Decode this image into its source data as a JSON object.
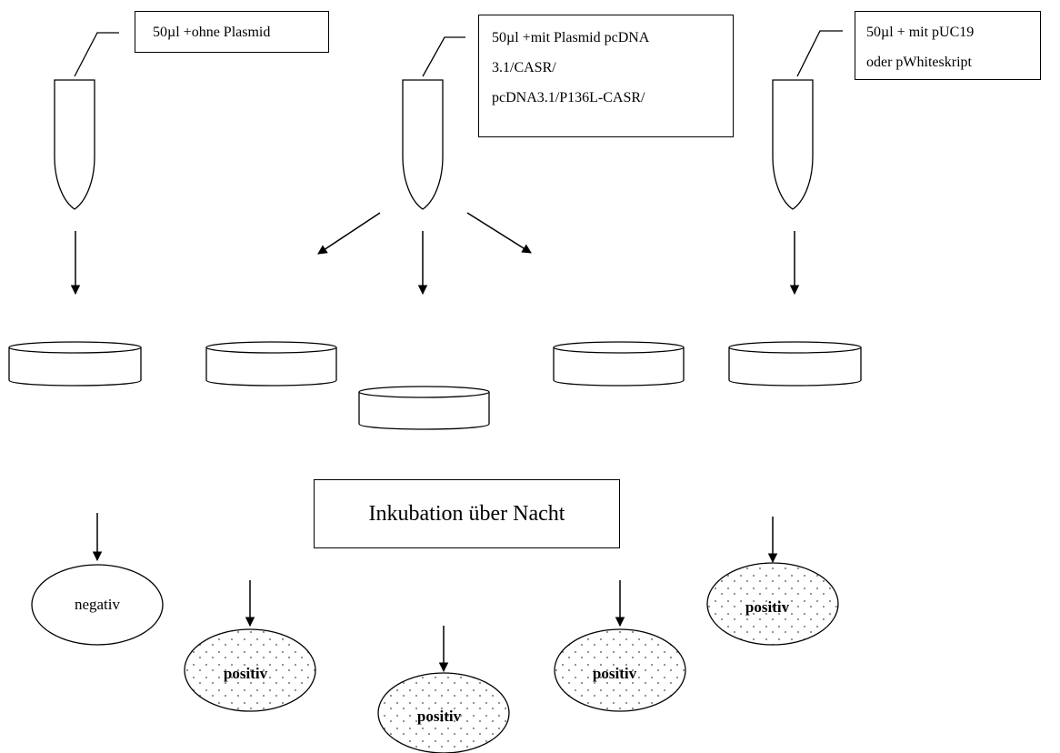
{
  "tubes": [
    {
      "label_lines": [
        "50µl +ohne Plasmid"
      ]
    },
    {
      "label_lines": [
        "50µl +mit Plasmid pcDNA",
        "3.1/CASR/",
        "pcDNA3.1/P136L-CASR/"
      ]
    },
    {
      "label_lines": [
        "50µl + mit pUC19",
        "oder pWhiteskript"
      ]
    }
  ],
  "incubation": {
    "label": "Inkubation über Nacht"
  },
  "results": [
    {
      "label": "negativ",
      "pattern": "none"
    },
    {
      "label": "positiv",
      "pattern": "dotted"
    },
    {
      "label": "positiv",
      "pattern": "dotted"
    },
    {
      "label": "positiv",
      "pattern": "dotted"
    },
    {
      "label": "positiv",
      "pattern": "dotted"
    }
  ],
  "colors": {
    "stroke": "#000000",
    "background": "#ffffff",
    "dots": "#9a9a9a"
  }
}
